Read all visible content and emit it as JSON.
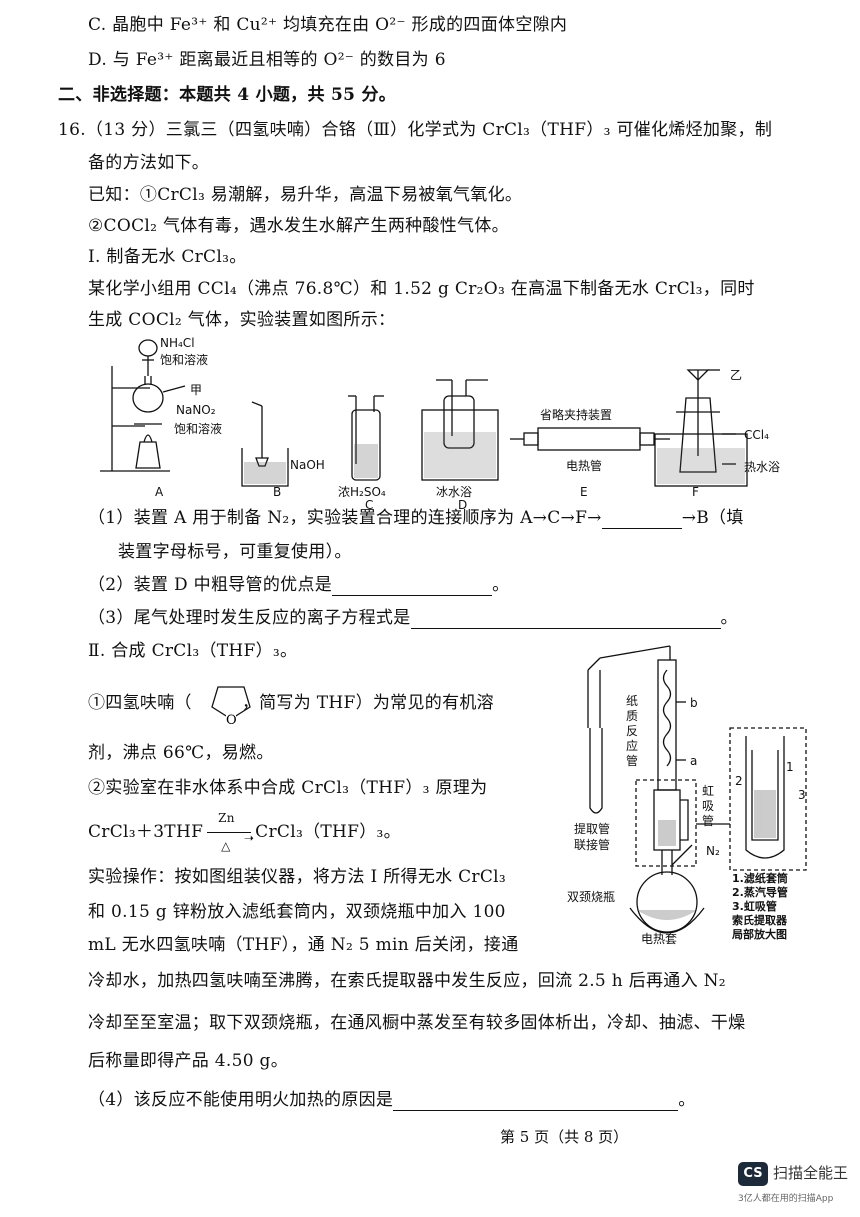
{
  "lines": {
    "c_option": "C. 晶胞中 Fe³⁺ 和 Cu²⁺ 均填充在由 O²⁻ 形成的四面体空隙内",
    "d_option": "D. 与 Fe³⁺ 距离最近且相等的 O²⁻ 的数目为 6",
    "section2": "二、非选择题：本题共 4 小题，共 55 分。",
    "q16_a": "16.（13 分）三氯三（四氢呋喃）合铬（Ⅲ）化学式为 CrCl₃（THF）₃ 可催化烯烃加聚，制",
    "q16_b": "备的方法如下。",
    "known1": "已知：①CrCl₃ 易潮解，易升华，高温下易被氧气氧化。",
    "known2": "②COCl₂ 气体有毒，遇水发生水解产生两种酸性气体。",
    "part1": "Ⅰ. 制备无水 CrCl₃。",
    "p1_a": "某化学小组用 CCl₄（沸点 76.8℃）和 1.52 g Cr₂O₃ 在高温下制备无水 CrCl₃，同时",
    "p1_b": "生成 COCl₂ 气体，实验装置如图所示：",
    "q1_a": "（1）装置 A 用于制备 N₂，实验装置合理的连接顺序为 A→C→F→",
    "q1_a2": "→B（填",
    "q1_b": "装置字母标号，可重复使用）。",
    "q2": "（2）装置 D 中粗导管的优点是",
    "q3": "（3）尾气处理时发生反应的离子方程式是",
    "period": "。",
    "part2": "Ⅱ. 合成 CrCl₃（THF）₃。",
    "thf1_a": "①四氢呋喃（",
    "thf1_b": "，简写为 THF）为常见的有机溶",
    "thf1_c": "剂，沸点 66℃，易燃。",
    "thf2": "②实验室在非水体系中合成 CrCl₃（THF）₃ 原理为",
    "eq_left": "CrCl₃＋3THF",
    "eq_top": "Zn",
    "eq_bottom": "△",
    "eq_right": "CrCl₃（THF）₃。",
    "op1": "实验操作：按如图组装仪器，将方法 Ⅰ 所得无水 CrCl₃",
    "op2": "和 0.15 g 锌粉放入滤纸套筒内，双颈烧瓶中加入 100",
    "op3": "mL 无水四氢呋喃（THF），通 N₂ 5 min 后关闭，接通",
    "op4": "冷却水，加热四氢呋喃至沸腾，在索氏提取器中发生反应，回流 2.5 h 后再通入 N₂",
    "op5": "冷却至至室温；取下双颈烧瓶，在通风橱中蒸发至有较多固体析出，冷却、抽滤、干燥",
    "op6": "后称量即得产品 4.50 g。",
    "q4": "（4）该反应不能使用明火加热的原因是",
    "footer": "第 5 页（共 8 页）"
  },
  "fig1": {
    "nh4cl": "NH₄Cl",
    "sat1": "饱和溶液",
    "jia": "甲",
    "nano2": "NaNO₂",
    "sat2": "饱和溶液",
    "naoh": "NaOH",
    "h2so4": "浓H₂SO₄",
    "ice": "冰水浴",
    "clamp": "省略夹持装置",
    "tube": "电热管",
    "yi": "乙",
    "ccl4": "CCl₄",
    "hot": "热水浴",
    "labels": [
      "A",
      "B",
      "C",
      "D",
      "E",
      "F"
    ]
  },
  "fig2": {
    "paper": [
      "纸",
      "质",
      "反",
      "应",
      "管"
    ],
    "b": "b",
    "a": "a",
    "siphon": [
      "虹",
      "吸",
      "管"
    ],
    "extract": "提取管",
    "connect": "联接管",
    "n2": "N₂",
    "flask": "双颈烧瓶",
    "mantle": "电热套",
    "num1": "1",
    "num2": "2",
    "num3": "3",
    "legend": [
      "1.滤纸套筒",
      "2.蒸汽导管",
      "3.虹吸管",
      "索氏提取器",
      "局部放大图"
    ]
  },
  "brand": {
    "logo": "CS",
    "name": "扫描全能王",
    "tagline": "3亿人都在用的扫描App"
  }
}
